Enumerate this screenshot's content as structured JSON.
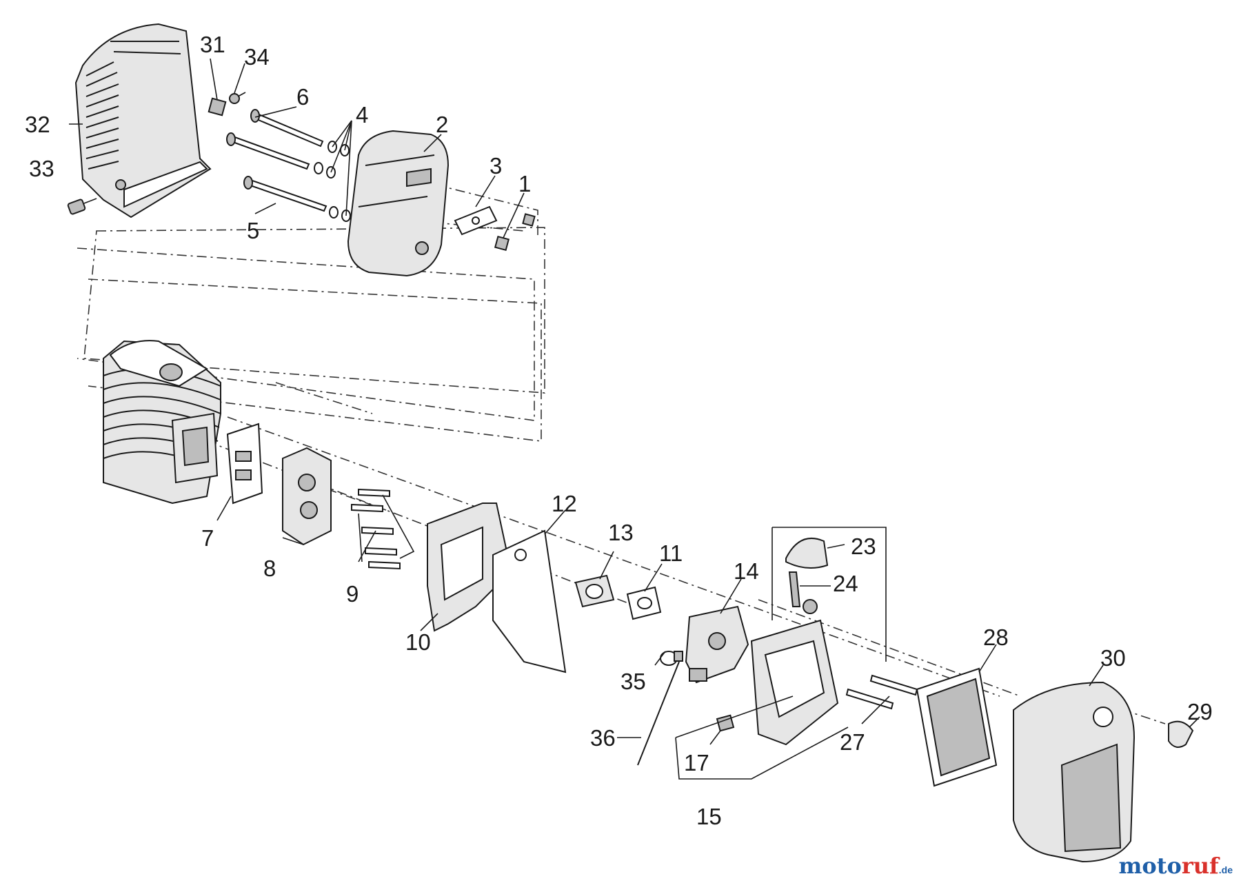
{
  "callouts": {
    "c1": "1",
    "c2": "2",
    "c3": "3",
    "c4": "4",
    "c5": "5",
    "c6": "6",
    "c7": "7",
    "c8": "8",
    "c9": "9",
    "c10": "10",
    "c11": "11",
    "c12": "12",
    "c13": "13",
    "c14": "14",
    "c15": "15",
    "c17": "17",
    "c23": "23",
    "c24": "24",
    "c27": "27",
    "c28": "28",
    "c29": "29",
    "c30": "30",
    "c31": "31",
    "c32": "32",
    "c33": "33",
    "c34": "34",
    "c35": "35",
    "c36": "36"
  },
  "watermark": {
    "part1": "moto",
    "part2": "ruf",
    "suffix": ".de"
  },
  "colors": {
    "brand_blue": "#1f5fa8",
    "brand_red": "#d9312b",
    "line": "#1a1a1a"
  }
}
